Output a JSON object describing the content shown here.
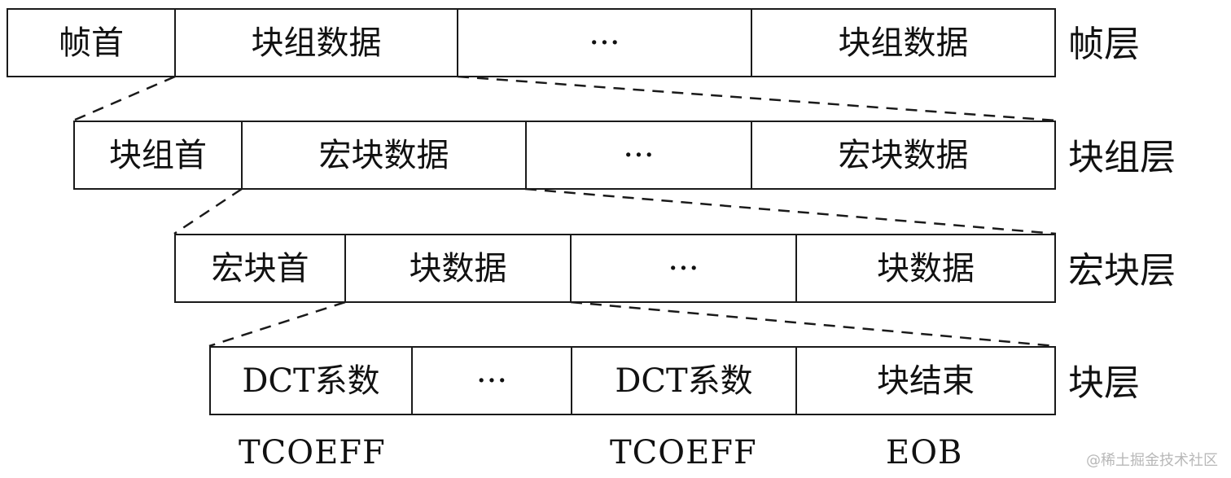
{
  "diagram": {
    "rows": [
      {
        "layer": "帧层",
        "cells": [
          "帧首",
          "块组数据",
          "···",
          "块组数据"
        ]
      },
      {
        "layer": "块组层",
        "cells": [
          "块组首",
          "宏块数据",
          "···",
          "宏块数据"
        ]
      },
      {
        "layer": "宏块层",
        "cells": [
          "宏块首",
          "块数据",
          "···",
          "块数据"
        ]
      },
      {
        "layer": "块层",
        "cells": [
          "DCT系数",
          "···",
          "DCT系数",
          "块结束"
        ]
      }
    ],
    "codes": [
      "TCOEFF",
      "TCOEFF",
      "EOB"
    ]
  },
  "watermark": "@稀土掘金技术社区",
  "colors": {
    "stroke": "#1a1a1a",
    "text": "#111111",
    "watermark": "#b8b8b8",
    "background": "#ffffff"
  }
}
